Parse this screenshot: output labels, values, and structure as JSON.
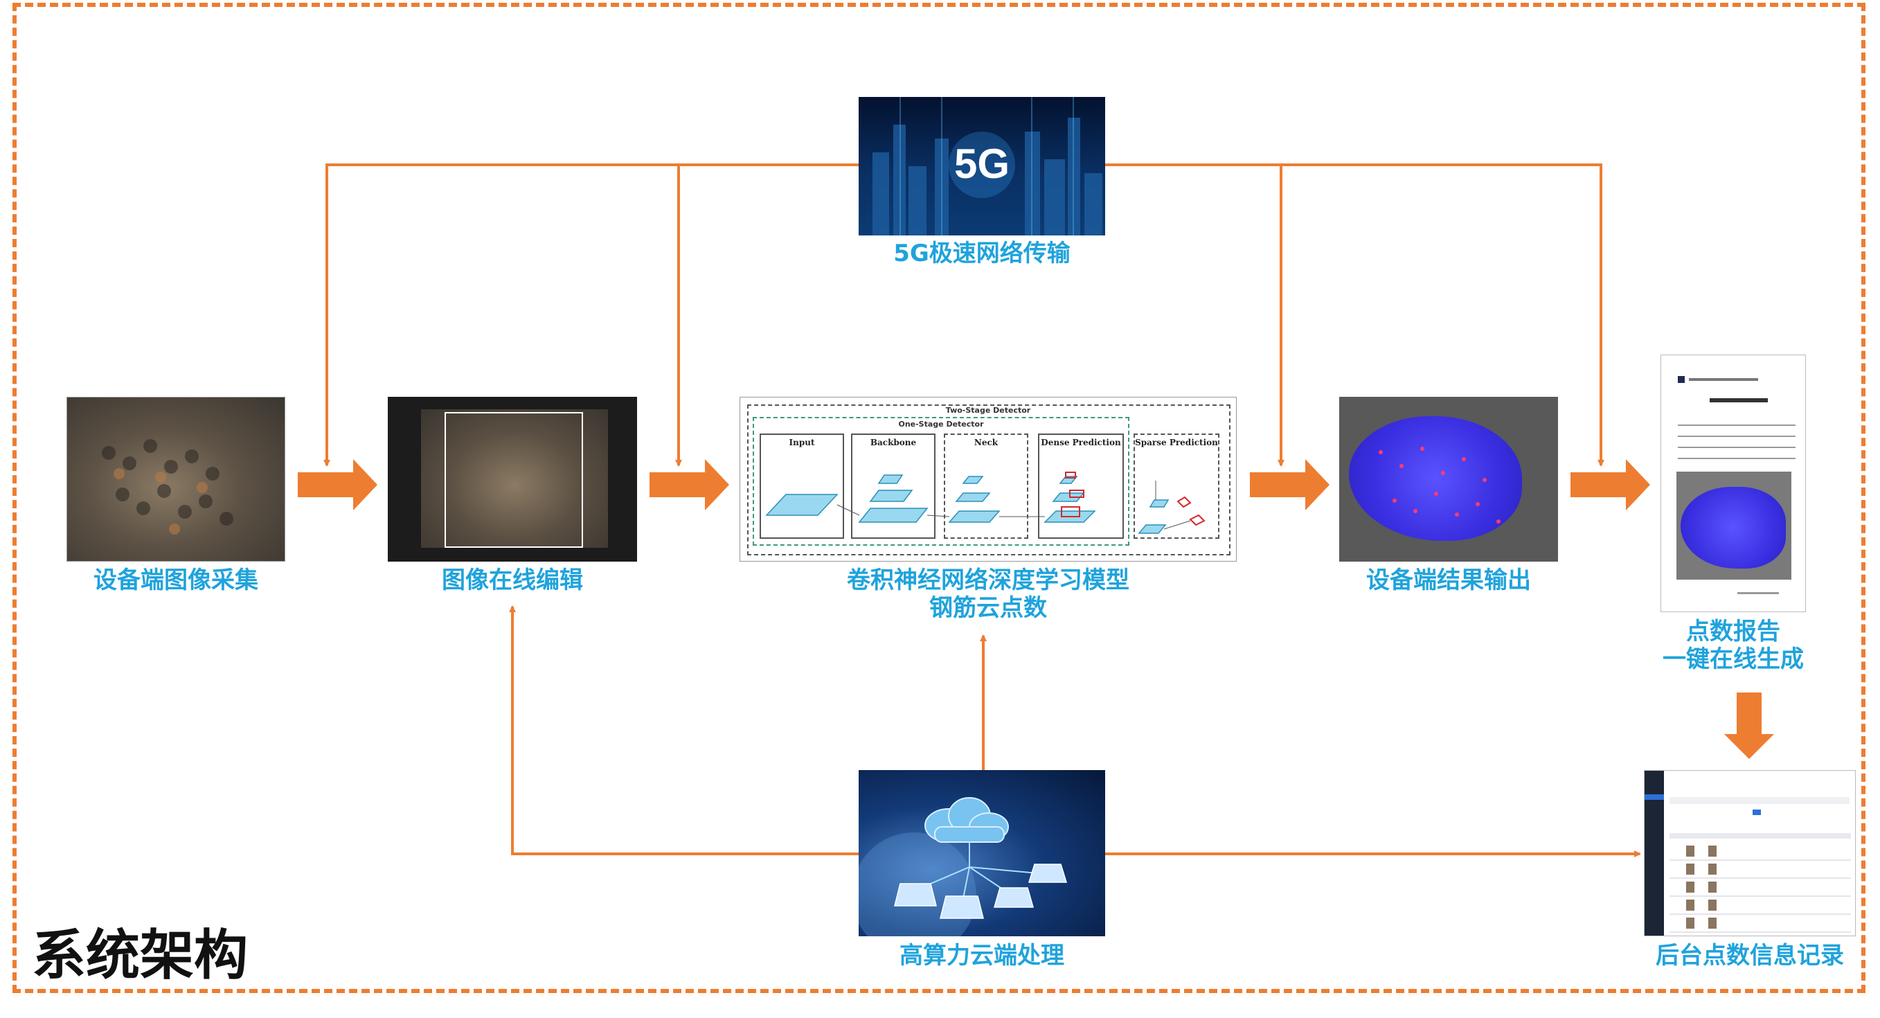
{
  "title": "系统架构",
  "nodes": {
    "capture": "设备端图像采集",
    "edit": "图像在线编辑",
    "model_line1": "卷积神经网络深度学习模型",
    "model_line2": "钢筋云点数",
    "output": "设备端结果输出",
    "report_line1": "点数报告",
    "report_line2": "一键在线生成",
    "network": "5G极速网络传输",
    "cloud": "高算力云端处理",
    "backend": "后台点数信息记录"
  },
  "network_image_text": "5G",
  "detector": {
    "two_stage": "Two-Stage Detector",
    "one_stage": "One-Stage Detector",
    "input": "Input",
    "backbone": "Backbone",
    "neck": "Neck",
    "dense": "Dense Prediction",
    "sparse": "Sparse Prediction"
  },
  "colors": {
    "accent": "#ED7D31",
    "caption": "#1FA3DC",
    "title": "#111111"
  },
  "icons": {
    "flow_arrow": "right-arrow-icon",
    "down_arrow": "down-arrow-icon"
  }
}
